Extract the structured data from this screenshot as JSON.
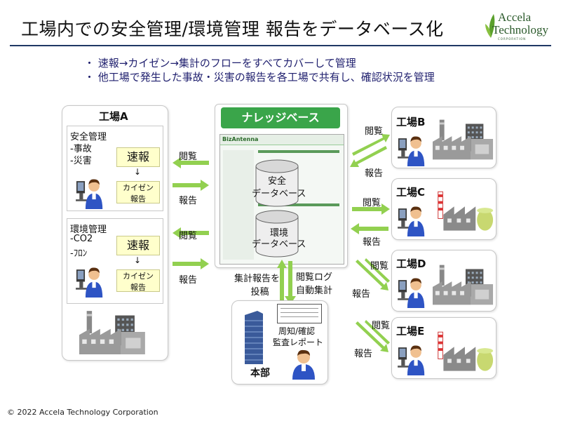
{
  "header": {
    "title": "工場内での安全管理/環境管理 報告をデータベース化",
    "logo_line1": "Accela",
    "logo_line2": "Technology",
    "logo_line3": "CORPORATION"
  },
  "bullets": [
    "・ 速報→カイゼン→集計のフローをすべてカバーして管理",
    "・ 他工場で発生した事故・災害の報告を各工場で共有し、確認状況を管理"
  ],
  "factory_a": {
    "name": "工場A",
    "safety": {
      "heading": "安全管理",
      "items": [
        "-事故",
        "-災害"
      ],
      "sokuho": "速報",
      "arrow": "↓",
      "kaizen": [
        "カイゼン",
        "報告"
      ]
    },
    "env": {
      "heading": "環境管理",
      "items": [
        "-CO2",
        "-ﾌﾛﾝ"
      ],
      "sokuho": "速報",
      "arrow": "↓",
      "kaizen": [
        "カイゼン",
        "報告"
      ]
    },
    "browse_label": "閲覧",
    "report_label": "報告"
  },
  "knowledge": {
    "title": "ナレッジベース",
    "app_name": "BizAntenna",
    "db_safety": [
      "安全",
      "データベース"
    ],
    "db_env": [
      "環境",
      "データベース"
    ]
  },
  "hq": {
    "name": "本部",
    "post_label": [
      "集計報告を",
      "投稿"
    ],
    "log_label": [
      "閲覧ログ",
      "自動集計"
    ],
    "doc_label": [
      "周知/確認",
      "監査レポート"
    ]
  },
  "factories": [
    {
      "name": "工場B",
      "browse": "閲覧",
      "report": "報告"
    },
    {
      "name": "工場C",
      "browse": "閲覧",
      "report": "報告"
    },
    {
      "name": "工場D",
      "browse": "閲覧",
      "report": "報告"
    },
    {
      "name": "工場E",
      "browse": "閲覧",
      "report": "報告"
    }
  ],
  "footer": {
    "copyright": "© 2022 Accela Technology Corporation"
  },
  "colors": {
    "arrow": "#92d050",
    "green_header": "#3aa54a",
    "title_rule": "#1f3864",
    "note_yellow": "#ffffcc"
  }
}
